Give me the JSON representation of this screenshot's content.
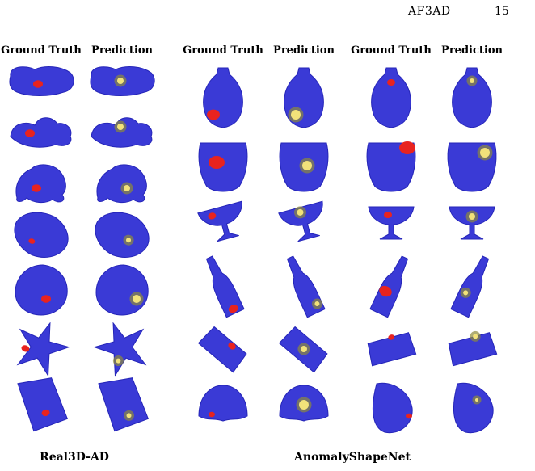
{
  "header": {
    "title": "AF3AD",
    "page_number": "15"
  },
  "columns": [
    "Ground Truth",
    "Prediction",
    "Ground Truth",
    "Prediction",
    "Ground Truth",
    "Prediction"
  ],
  "groups": [
    "Real3D-AD",
    "AnomalyShapeNet"
  ],
  "colors": {
    "object": "#3a3ad6",
    "anomaly_gt": "#e8231f",
    "anomaly_pred": "#f2e27a"
  }
}
